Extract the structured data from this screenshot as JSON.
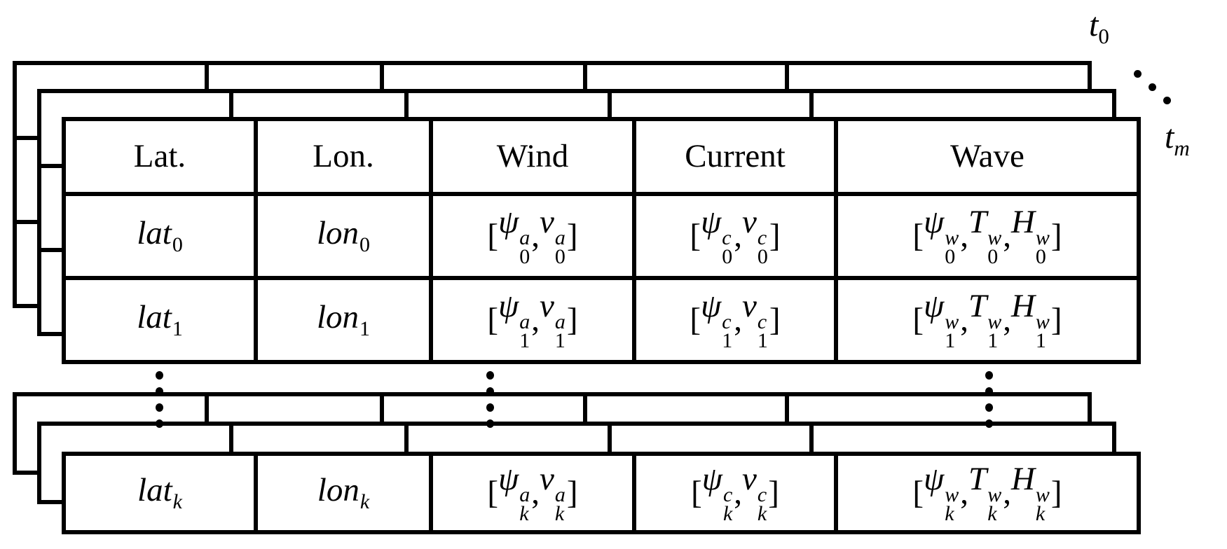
{
  "diagram": {
    "columns": [
      "Lat.",
      "Lon.",
      "Wind",
      "Current",
      "Wave"
    ],
    "top_table_rows": [
      [
        [
          {
            "base": "lat",
            "sub": "0"
          }
        ],
        [
          {
            "base": "lon",
            "sub": "0"
          }
        ],
        [
          {
            "text": "["
          },
          {
            "base": "ψ",
            "sup": "a",
            "sub": "0"
          },
          {
            "text": ", "
          },
          {
            "base": "v",
            "sup": "a",
            "sub": "0"
          },
          {
            "text": "]"
          }
        ],
        [
          {
            "text": "["
          },
          {
            "base": "ψ",
            "sup": "c",
            "sub": "0"
          },
          {
            "text": ", "
          },
          {
            "base": "v",
            "sup": "c",
            "sub": "0"
          },
          {
            "text": "]"
          }
        ],
        [
          {
            "text": "["
          },
          {
            "base": "ψ",
            "sup": "w",
            "sub": "0"
          },
          {
            "text": ", "
          },
          {
            "base": "T",
            "sup": "w",
            "sub": "0"
          },
          {
            "text": ", "
          },
          {
            "base": "H",
            "sup": "w",
            "sub": "0"
          },
          {
            "text": "]"
          }
        ]
      ],
      [
        [
          {
            "base": "lat",
            "sub": "1"
          }
        ],
        [
          {
            "base": "lon",
            "sub": "1"
          }
        ],
        [
          {
            "text": "["
          },
          {
            "base": "ψ",
            "sup": "a",
            "sub": "1"
          },
          {
            "text": ", "
          },
          {
            "base": "v",
            "sup": "a",
            "sub": "1"
          },
          {
            "text": "]"
          }
        ],
        [
          {
            "text": "["
          },
          {
            "base": "ψ",
            "sup": "c",
            "sub": "1"
          },
          {
            "text": ", "
          },
          {
            "base": "v",
            "sup": "c",
            "sub": "1"
          },
          {
            "text": "]"
          }
        ],
        [
          {
            "text": "["
          },
          {
            "base": "ψ",
            "sup": "w",
            "sub": "1"
          },
          {
            "text": ", "
          },
          {
            "base": "T",
            "sup": "w",
            "sub": "1"
          },
          {
            "text": ", "
          },
          {
            "base": "H",
            "sup": "w",
            "sub": "1"
          },
          {
            "text": "]"
          }
        ]
      ]
    ],
    "bottom_table_rows": [
      [
        [
          {
            "base": "lat",
            "sub": "k"
          }
        ],
        [
          {
            "base": "lon",
            "sub": "k"
          }
        ],
        [
          {
            "text": "["
          },
          {
            "base": "ψ",
            "sup": "a",
            "sub": "k"
          },
          {
            "text": ", "
          },
          {
            "base": "v",
            "sup": "a",
            "sub": "k"
          },
          {
            "text": "]"
          }
        ],
        [
          {
            "text": "["
          },
          {
            "base": "ψ",
            "sup": "c",
            "sub": "k"
          },
          {
            "text": ", "
          },
          {
            "base": "v",
            "sup": "c",
            "sub": "k"
          },
          {
            "text": "]"
          }
        ],
        [
          {
            "text": "["
          },
          {
            "base": "ψ",
            "sup": "w",
            "sub": "k"
          },
          {
            "text": ", "
          },
          {
            "base": "T",
            "sup": "w",
            "sub": "k"
          },
          {
            "text": ", "
          },
          {
            "base": "H",
            "sup": "w",
            "sub": "k"
          },
          {
            "text": "]"
          }
        ]
      ]
    ],
    "time_labels": {
      "start": {
        "base": "t",
        "sub": "0"
      },
      "end": {
        "base": "t",
        "sub": "m"
      }
    },
    "ellipsis": {
      "vertical_dot_count": 4,
      "diagonal_dot_count": 3
    },
    "colors": {
      "line": "#000000",
      "background": "#ffffff"
    }
  }
}
